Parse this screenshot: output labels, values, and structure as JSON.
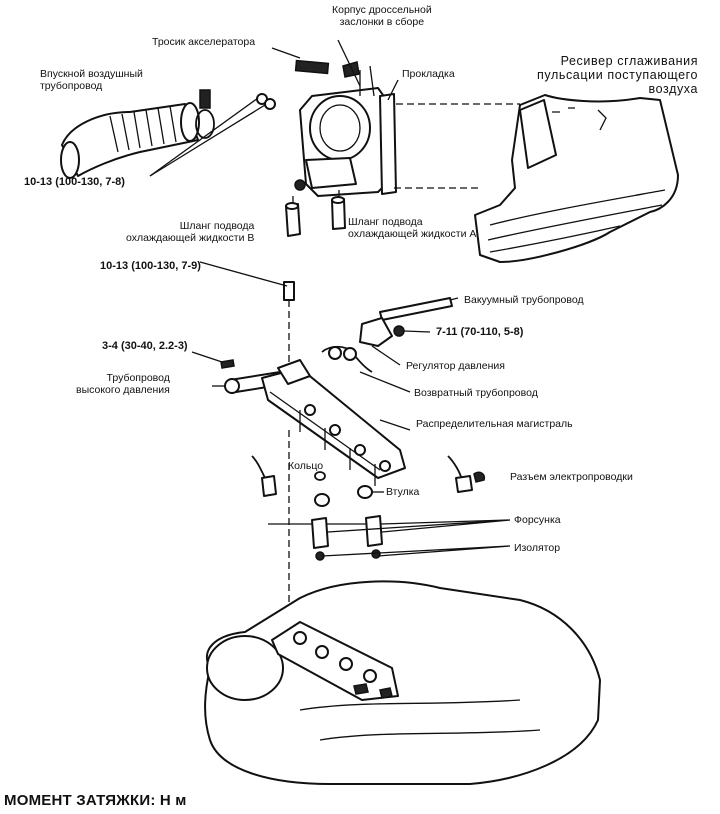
{
  "labels": {
    "throttle_body": "Корпус дроссельной\nзаслонки в сборе",
    "accelerator_cable": "Тросик акселератора",
    "gasket": "Прокладка",
    "surge_tank": "Ресивер сглаживания\nпульсации поступающего\nвоздуха",
    "intake_duct": "Впускной воздушный\nтрубопровод",
    "torque_top": "10-13 (100-130, 7-8)",
    "coolant_hose_b": "Шланг подвода\nохлаждающей жидкости В",
    "coolant_hose_a": "Шланг подвода\nохлаждающей жидкости А",
    "torque_mid": "10-13 (100-130, 7-9)",
    "vacuum_line": "Вакуумный трубопровод",
    "torque_left": "3-4 (30-40, 2.2-3)",
    "torque_regulator": "7-11 (70-110, 5-8)",
    "pressure_regulator": "Регулятор давления",
    "high_pressure_line": "Трубопровод\nвысокого давления",
    "return_line": "Возвратный трубопровод",
    "fuel_rail": "Распределительная магистраль",
    "ring": "Кольцо",
    "bushing": "Втулка",
    "connector": "Разъем электропроводки",
    "injector": "Форсунка",
    "insulator": "Изолятор"
  },
  "footer": {
    "torque_note": "МОМЕНТ ЗАТЯЖКИ: Н м"
  }
}
